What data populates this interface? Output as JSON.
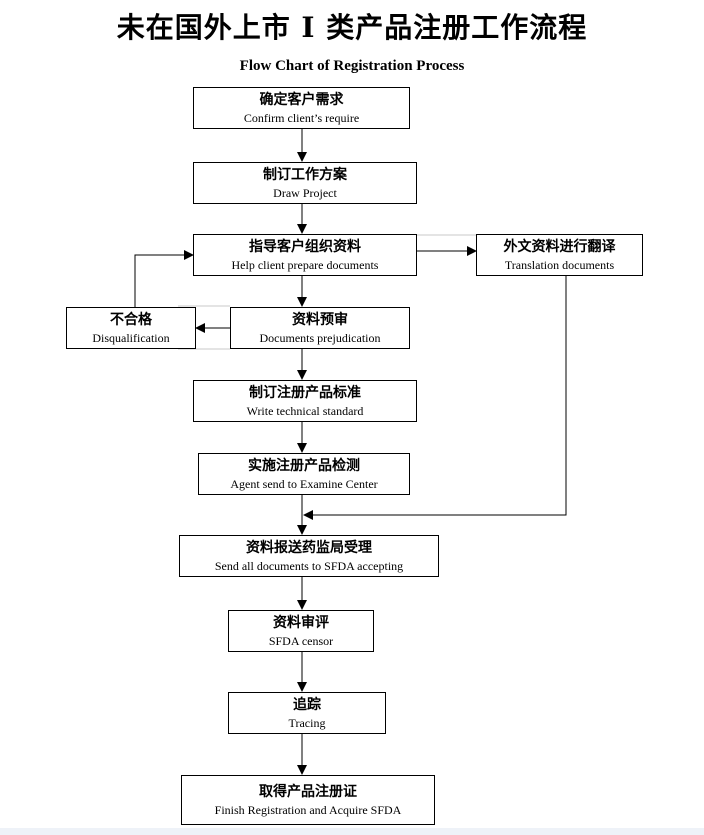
{
  "title": "未在国外上市 I 类产品注册工作流程",
  "subtitle": "Flow Chart of Registration Process",
  "steps": {
    "confirm": {
      "zh": "确定客户需求",
      "en": "Confirm client’s require"
    },
    "draw": {
      "zh": "制订工作方案",
      "en": "Draw Project"
    },
    "help": {
      "zh": "指导客户组织资料",
      "en": "Help client prepare documents"
    },
    "translation": {
      "zh": "外文资料进行翻译",
      "en": "Translation documents"
    },
    "prejudication": {
      "zh": "资料预审",
      "en": "Documents prejudication"
    },
    "disqualification": {
      "zh": "不合格",
      "en": "Disqualification"
    },
    "standard": {
      "zh": "制订注册产品标准",
      "en": "Write technical standard"
    },
    "examine": {
      "zh": "实施注册产品检测",
      "en": "Agent send to Examine Center"
    },
    "sfda_accept": {
      "zh": "资料报送药监局受理",
      "en": "Send all documents to SFDA accepting"
    },
    "censor": {
      "zh": "资料审评",
      "en": "SFDA censor"
    },
    "tracing": {
      "zh": "追踪",
      "en": "Tracing"
    },
    "finish": {
      "zh": "取得产品注册证",
      "en": "Finish Registration and Acquire SFDA"
    }
  }
}
